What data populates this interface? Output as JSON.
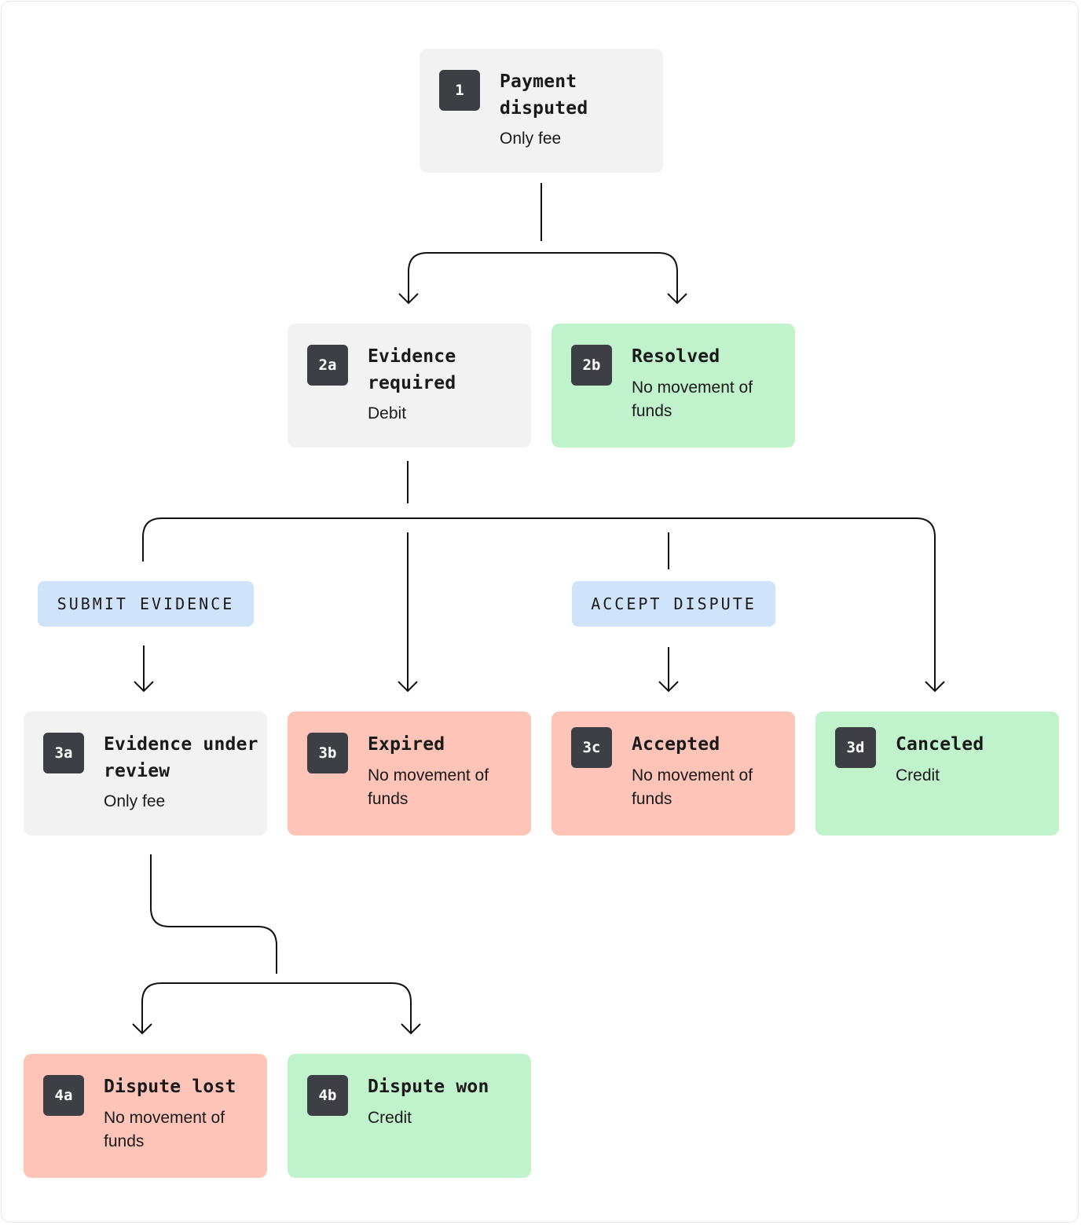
{
  "nodes": {
    "n1": {
      "id": "1",
      "title": "Payment disputed",
      "sub": "Only fee"
    },
    "n2a": {
      "id": "2a",
      "title": "Evidence required",
      "sub": "Debit"
    },
    "n2b": {
      "id": "2b",
      "title": "Resolved",
      "sub": "No movement of funds"
    },
    "n3a": {
      "id": "3a",
      "title": "Evidence under review",
      "sub": "Only fee"
    },
    "n3b": {
      "id": "3b",
      "title": "Expired",
      "sub": "No movement of funds"
    },
    "n3c": {
      "id": "3c",
      "title": "Accepted",
      "sub": "No movement of funds"
    },
    "n3d": {
      "id": "3d",
      "title": "Canceled",
      "sub": "Credit"
    },
    "n4a": {
      "id": "4a",
      "title": "Dispute lost",
      "sub": "No movement of funds"
    },
    "n4b": {
      "id": "4b",
      "title": "Dispute won",
      "sub": "Credit"
    }
  },
  "actions": {
    "submit_evidence": "SUBMIT EVIDENCE",
    "accept_dispute": "ACCEPT DISPUTE"
  },
  "colors": {
    "neutral": "#f3f2f2",
    "danger": "#ffc4b8",
    "success": "#c0f2cb",
    "action": "#cfe3fb",
    "badge": "#3e3f44"
  }
}
